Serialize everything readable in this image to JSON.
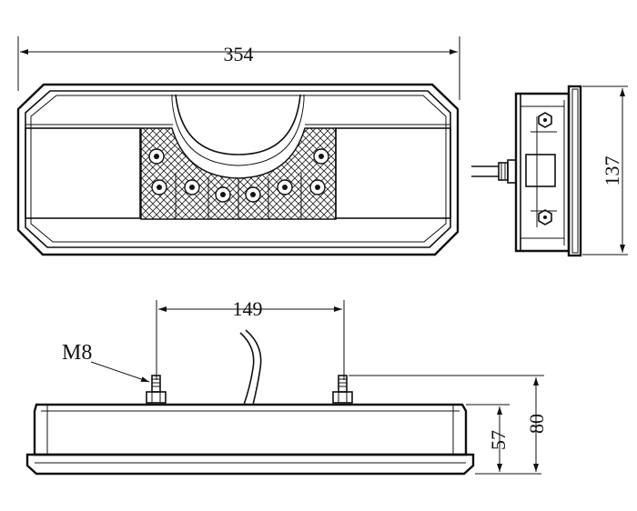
{
  "drawing": {
    "dimensions": {
      "overall_length": "354",
      "side_height": "137",
      "bolt_spacing": "149",
      "body_depth": "57",
      "total_depth": "80"
    },
    "callouts": {
      "thread": "M8"
    }
  }
}
